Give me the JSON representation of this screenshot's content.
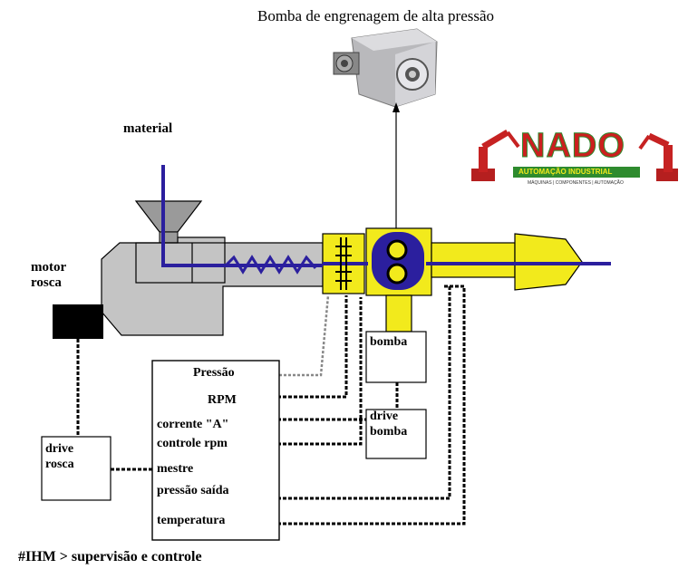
{
  "pump_title": "Bomba de engrenagem de alta pressão",
  "material_label": "material",
  "motor_label_line1": "motor",
  "motor_label_line2": "rosca",
  "bomba_label": "bomba",
  "drive_bomba_line1": "drive",
  "drive_bomba_line2": "bomba",
  "drive_rosca_line1": "drive",
  "drive_rosca_line2": "rosca",
  "controller": {
    "pressao": "Pressão",
    "rpm": "RPM",
    "corrente": "corrente \"A\"",
    "controle_rpm": "controle rpm",
    "mestre": "mestre",
    "pressao_saida": "pressão saída",
    "temperatura": "temperatura"
  },
  "logo": {
    "name": "NADO",
    "subtitle": "AUTOMAÇÃO INDUSTRIAL",
    "tagline": "MÁQUINAS | COMPONENTES | AUTOMAÇÃO",
    "brand_color": "#cc1f1f",
    "accent_color": "#2e8b2e"
  },
  "footer": "#IHM  > supervisão  e controle",
  "colors": {
    "screw": "#2b1f9e",
    "yellow": "#f2ea1c",
    "gray_barrel": "#c8c8c8"
  }
}
